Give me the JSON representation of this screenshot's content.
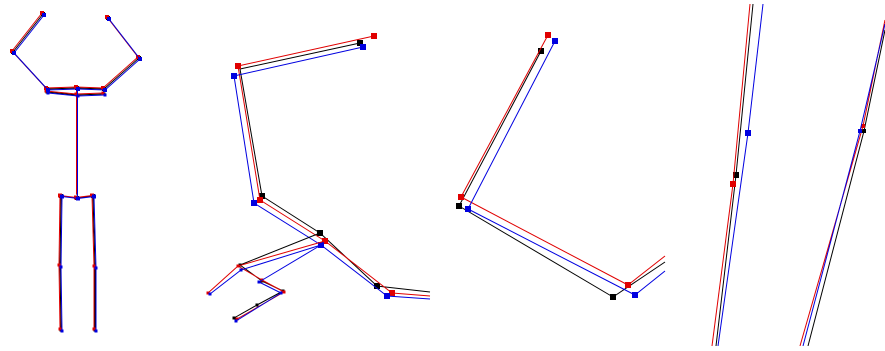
{
  "colors": {
    "black": "#000000",
    "red": "#e00000",
    "blue": "#0000e0",
    "background": "#ffffff"
  },
  "panels": [
    {
      "name": "panel-full-skeleton"
    },
    {
      "name": "panel-arm-leg-zoom"
    },
    {
      "name": "panel-limb-zoom"
    },
    {
      "name": "panel-bone-closeup"
    }
  ]
}
